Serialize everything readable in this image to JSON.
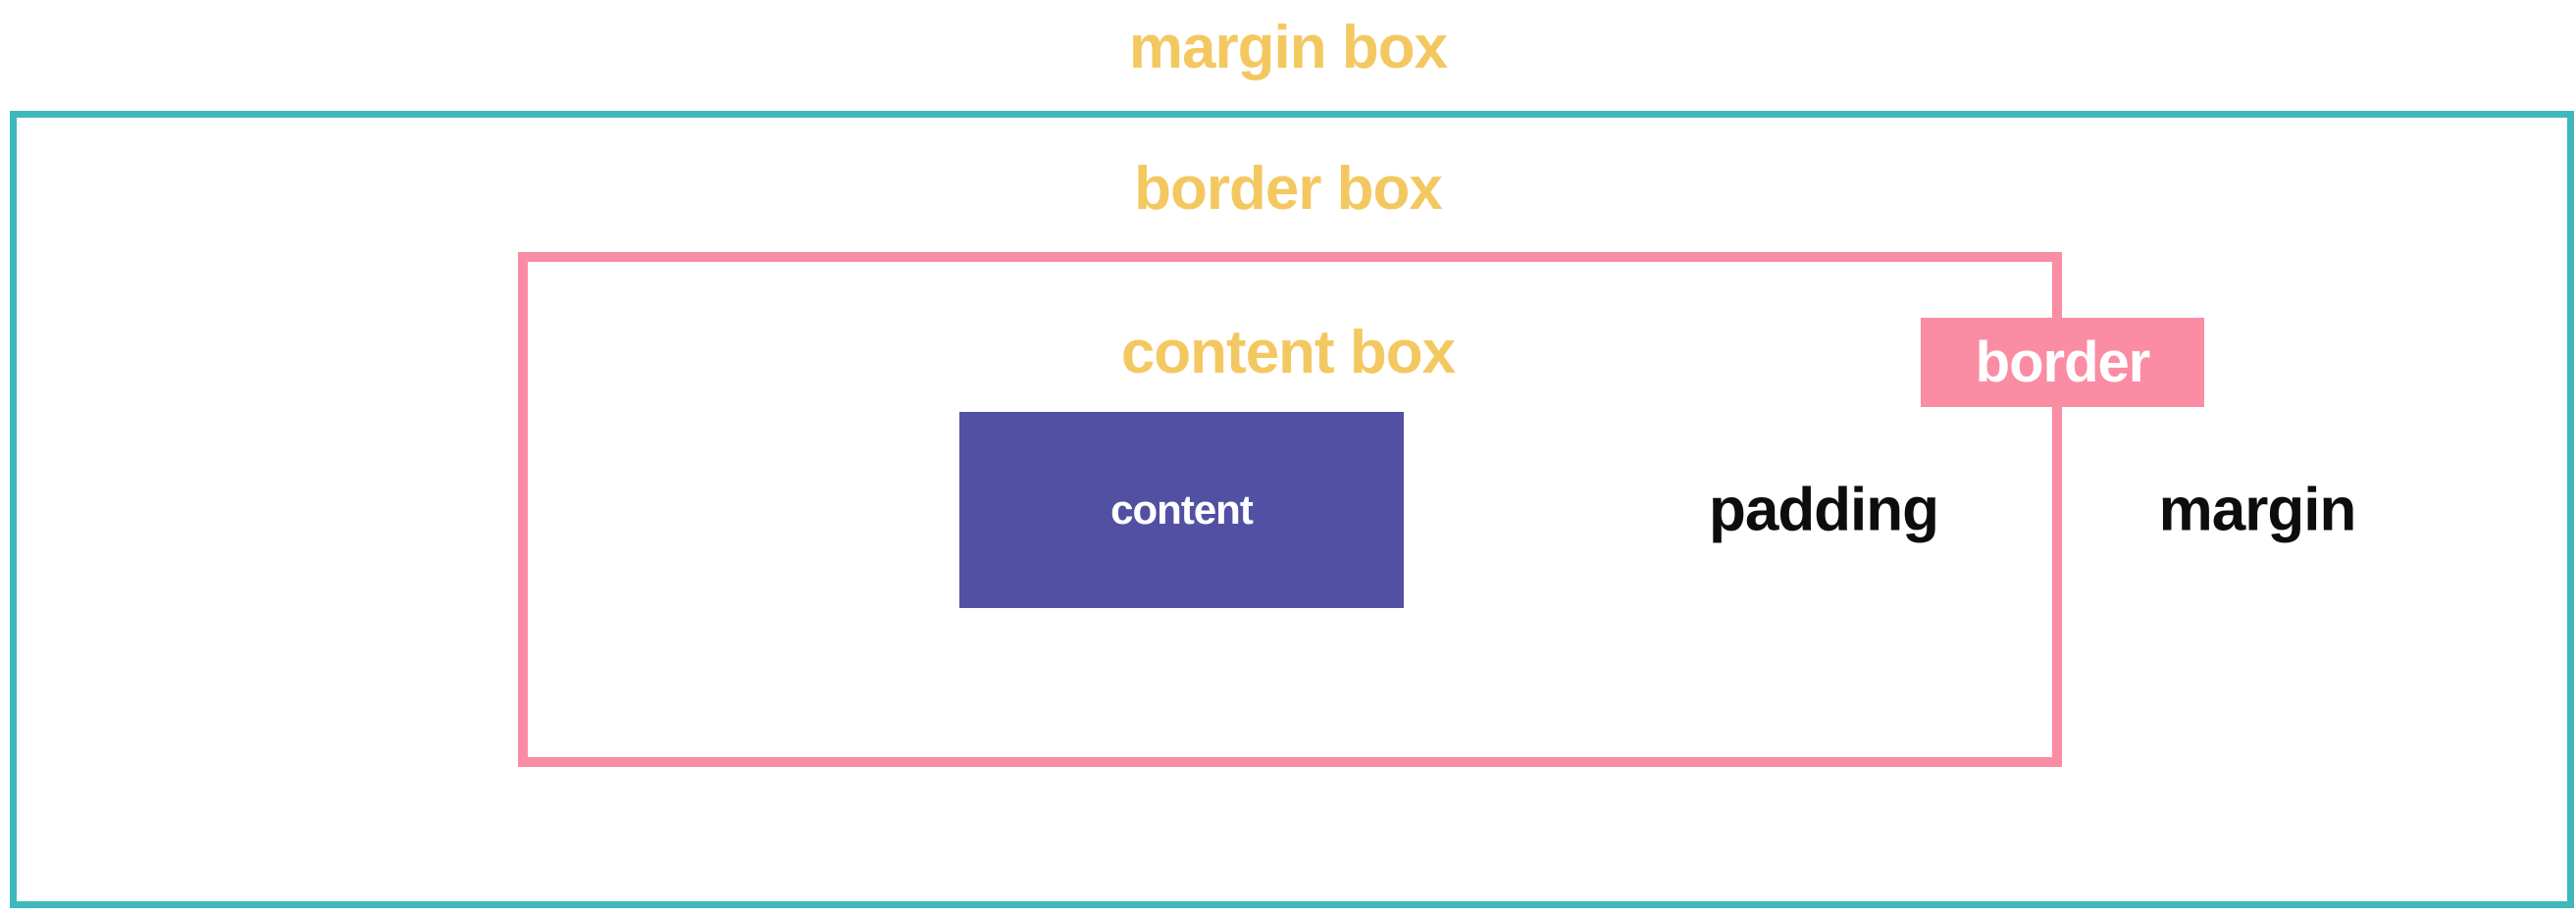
{
  "labels": {
    "margin_box": "margin box",
    "border_box": "border box",
    "content_box": "content box",
    "content": "content",
    "padding": "padding",
    "border": "border",
    "margin": "margin"
  },
  "colors": {
    "gold": "#f4c861",
    "teal": "#3eb8bc",
    "pink": "#fa8ca3",
    "purple": "#5250a3",
    "black": "#0d0d0d",
    "white": "#ffffff"
  },
  "diagram": {
    "type": "css-box-model",
    "nesting_order": [
      "margin box",
      "border box",
      "content box"
    ],
    "annotations": [
      "content",
      "padding",
      "border",
      "margin"
    ]
  }
}
